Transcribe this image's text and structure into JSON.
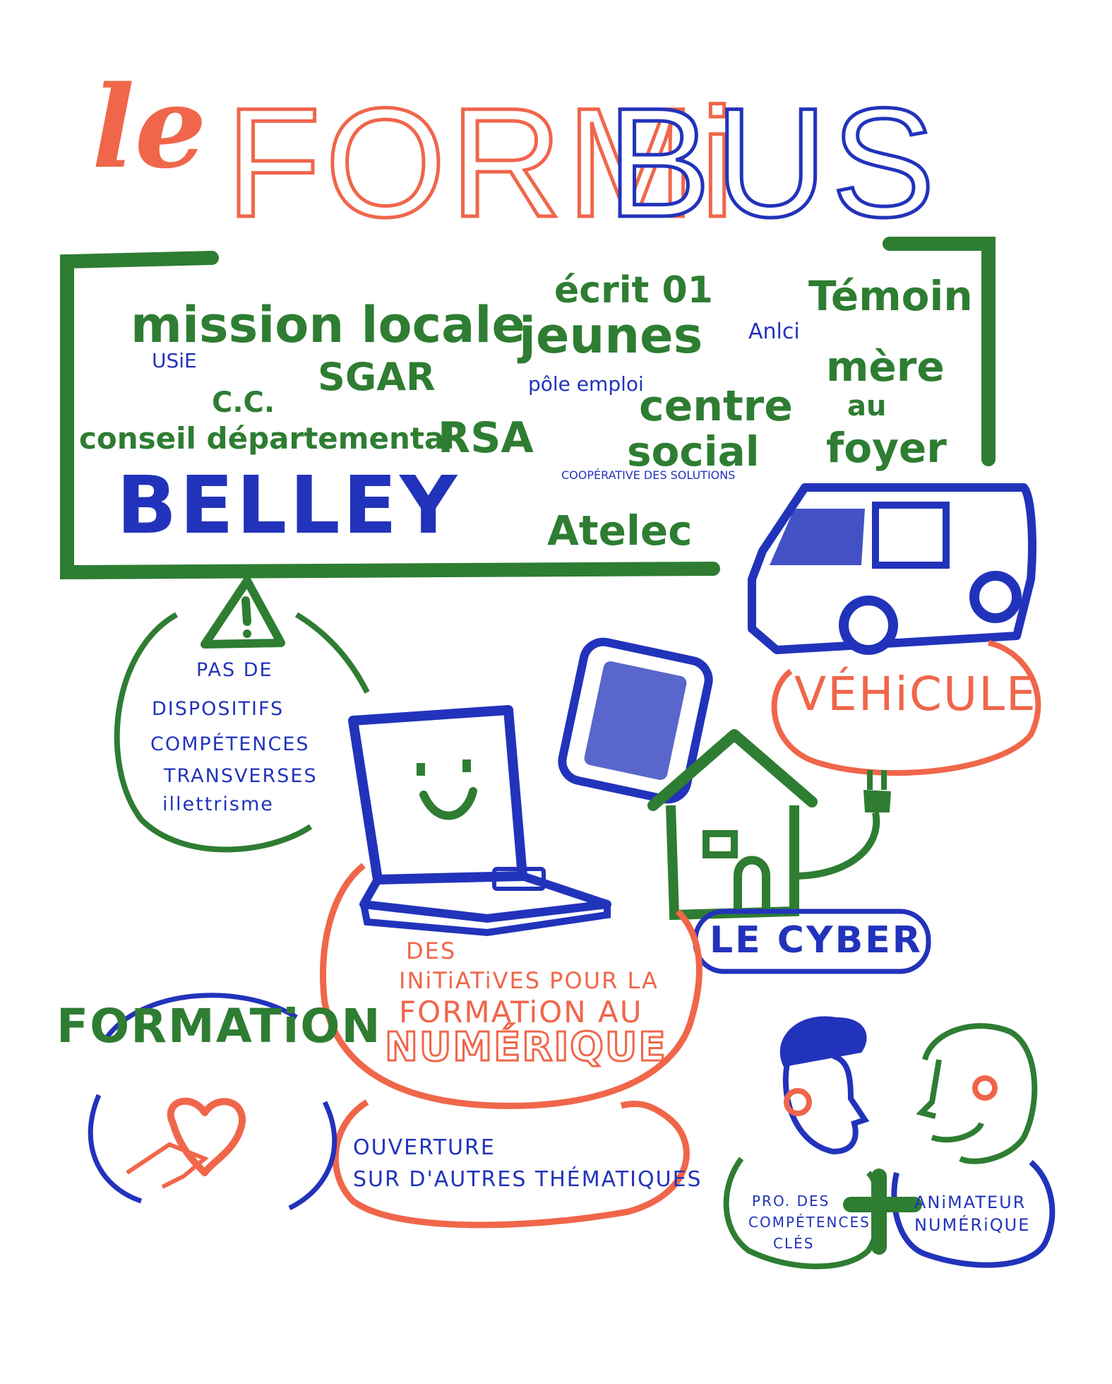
{
  "title": {
    "le": "le",
    "formi": "FORMi",
    "bus": "BUS"
  },
  "partners": {
    "ecrit01": "écrit 01",
    "temoin": "Témoin",
    "mission_locale": "mission locale",
    "jeunes": "jeunes",
    "anlci": "Anlci",
    "usie": "USiE",
    "sgar": "SGAR",
    "pole_emploi": "pôle emploi",
    "mere": "mère",
    "cc": "C.C.",
    "centre": "centre",
    "au": "au",
    "conseil": "conseil départemental",
    "rsa": "RSA",
    "social": "social",
    "foyer": "foyer",
    "cooperative": "COOPÉRATIVE DES SOLUTIONS",
    "belley": "BELLEY",
    "atelec": "Atelec"
  },
  "warning": {
    "line1": "PAS DE",
    "line2": "DISPOSITIFS",
    "line3": "COMPÉTENCES",
    "line4": "TRANSVERSES",
    "line5": "illettrisme"
  },
  "vehicule": "VÉHiCULE",
  "cyber": "LE CYBER",
  "center": {
    "line1": "DES",
    "line2": "INiTiATiVES POUR LA",
    "line3": "FORMATiON AU",
    "line4": "NUMÉRIQUE"
  },
  "ouverture": {
    "line1": "OUVERTURE",
    "line2": "SUR D'AUTRES THÉMATIQUES"
  },
  "formation": "FORMATiON",
  "people": {
    "left1": "PRO. DES",
    "left2": "COMPÉTENCES",
    "left3": "CLÉS",
    "right1": "ANiMATEUR",
    "right2": "NUMÉRiQUE"
  },
  "colors": {
    "green": "#2e7d32",
    "blue": "#2233bb",
    "orange": "#f0664a"
  },
  "icons": [
    "warning-icon",
    "van-icon",
    "tablet-icon",
    "laptop-icon",
    "house-icon",
    "plug-icon",
    "heart-hand-icon",
    "person-icon"
  ]
}
